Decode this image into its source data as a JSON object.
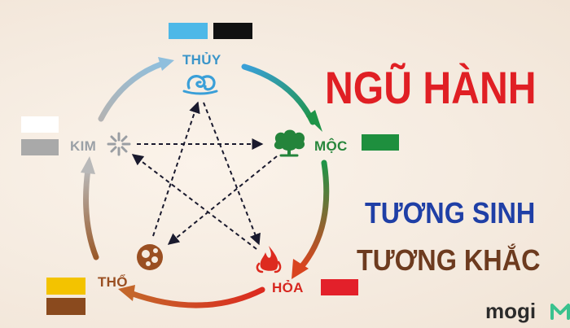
{
  "title": "NGŨ HÀNH",
  "subtitle_1": "TƯƠNG SINH",
  "subtitle_2": "TƯƠNG KHẮC",
  "brand": "mogi",
  "elements": {
    "water": {
      "label": "THỦY",
      "color": "#3a95c9",
      "swatches": [
        "#4db8e8",
        "#111111"
      ],
      "icon": "water-swirl-icon"
    },
    "wood": {
      "label": "MỘC",
      "color": "#27863b",
      "swatches": [
        "#1e8f3e"
      ],
      "icon": "tree-icon"
    },
    "fire": {
      "label": "HỎA",
      "color": "#d7261f",
      "swatches": [
        "#e3202a"
      ],
      "icon": "flame-icon"
    },
    "earth": {
      "label": "THỔ",
      "color": "#9a4f22",
      "swatches": [
        "#f3c300",
        "#8a4a1e"
      ],
      "icon": "earth-icon"
    },
    "metal": {
      "label": "KIM",
      "color": "#9aa0a6",
      "swatches": [
        "#ffffff",
        "#a9a9a9"
      ],
      "icon": "metal-burst-icon"
    }
  },
  "colors": {
    "background": "#f5ebe0",
    "title": "#e01f24",
    "subtitle_1": "#1f3fa6",
    "subtitle_2": "#6d3b1f",
    "star_arrows": "#1a1a2e",
    "brand_mark": "#3ac28e"
  }
}
